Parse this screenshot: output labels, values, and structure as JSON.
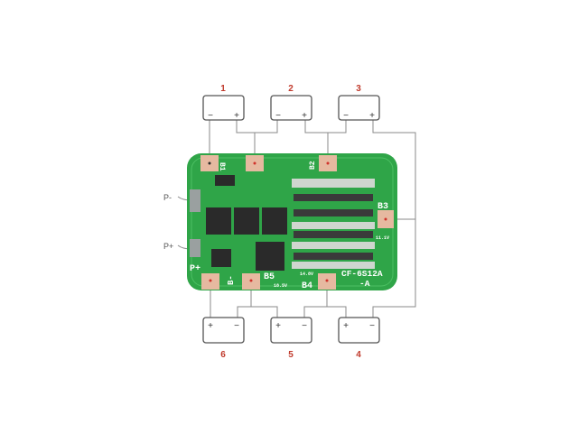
{
  "batteries_top": [
    {
      "number": "1",
      "minus": "−",
      "plus": "+"
    },
    {
      "number": "2",
      "minus": "−",
      "plus": "+"
    },
    {
      "number": "3",
      "minus": "−",
      "plus": "+"
    }
  ],
  "batteries_bottom": [
    {
      "number": "6",
      "minus": "−",
      "plus": "+"
    },
    {
      "number": "5",
      "minus": "−",
      "plus": "+"
    },
    {
      "number": "4",
      "minus": "−",
      "plus": "+"
    }
  ],
  "side_labels": {
    "p_minus": "P-",
    "p_plus": "P+"
  },
  "board": {
    "model": "CF-6S12A",
    "model_suffix": "-A",
    "p_plus": "P+",
    "b_minus": "B-",
    "b1": "B1",
    "b2": "B2",
    "b3": "B3",
    "b4": "B4",
    "b5": "B5",
    "v_b3": "11.1V",
    "v_b4": "14.8V",
    "v_b5": "18.5V",
    "color": "#2fa548"
  }
}
